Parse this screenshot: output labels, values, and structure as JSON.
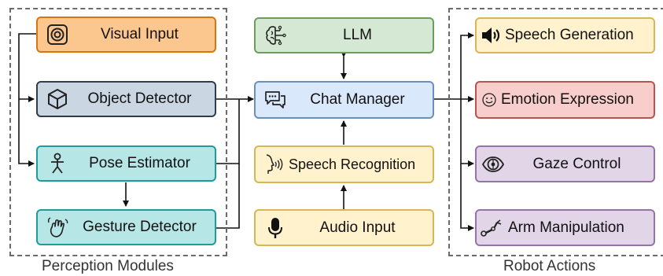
{
  "groups": {
    "perception": "Perception Modules",
    "actions": "Robot Actions"
  },
  "nodes": {
    "visual_input": "Visual Input",
    "object_detector": "Object Detector",
    "pose_estimator": "Pose Estimator",
    "gesture_detector": "Gesture Detector",
    "llm": "LLM",
    "chat_manager": "Chat Manager",
    "speech_recognition": "Speech Recognition",
    "audio_input": "Audio Input",
    "speech_generation": "Speech Generation",
    "emotion_expression": "Emotion Expression",
    "gaze_control": "Gaze Control",
    "arm_manipulation": "Arm Manipulation"
  },
  "colors": {
    "orange_fill": "#fcc78e",
    "orange_border": "#d7760f",
    "slate_fill": "#cad6e2",
    "slate_border": "#2e3d4c",
    "cyan_fill": "#b7e6e6",
    "cyan_border": "#1f9b9b",
    "green_fill": "#d5e8d4",
    "green_border": "#6a9f59",
    "blue_fill": "#dae8fc",
    "blue_border": "#6c8ebf",
    "yellow_fill": "#fff2cc",
    "yellow_border": "#d6b656",
    "red_fill": "#f8cecc",
    "red_border": "#b85450",
    "purple_fill": "#e1d5e7",
    "purple_border": "#9673a6"
  },
  "icons": {
    "visual_input": "camera-icon",
    "object_detector": "cube-icon",
    "pose_estimator": "person-icon",
    "gesture_detector": "hand-wave-icon",
    "llm": "brain-circuit-icon",
    "chat_manager": "chat-bubbles-icon",
    "speech_recognition": "speaking-head-icon",
    "audio_input": "microphone-icon",
    "speech_generation": "speaker-icon",
    "emotion_expression": "smiley-icon",
    "gaze_control": "eye-icon",
    "arm_manipulation": "robot-arm-icon"
  }
}
